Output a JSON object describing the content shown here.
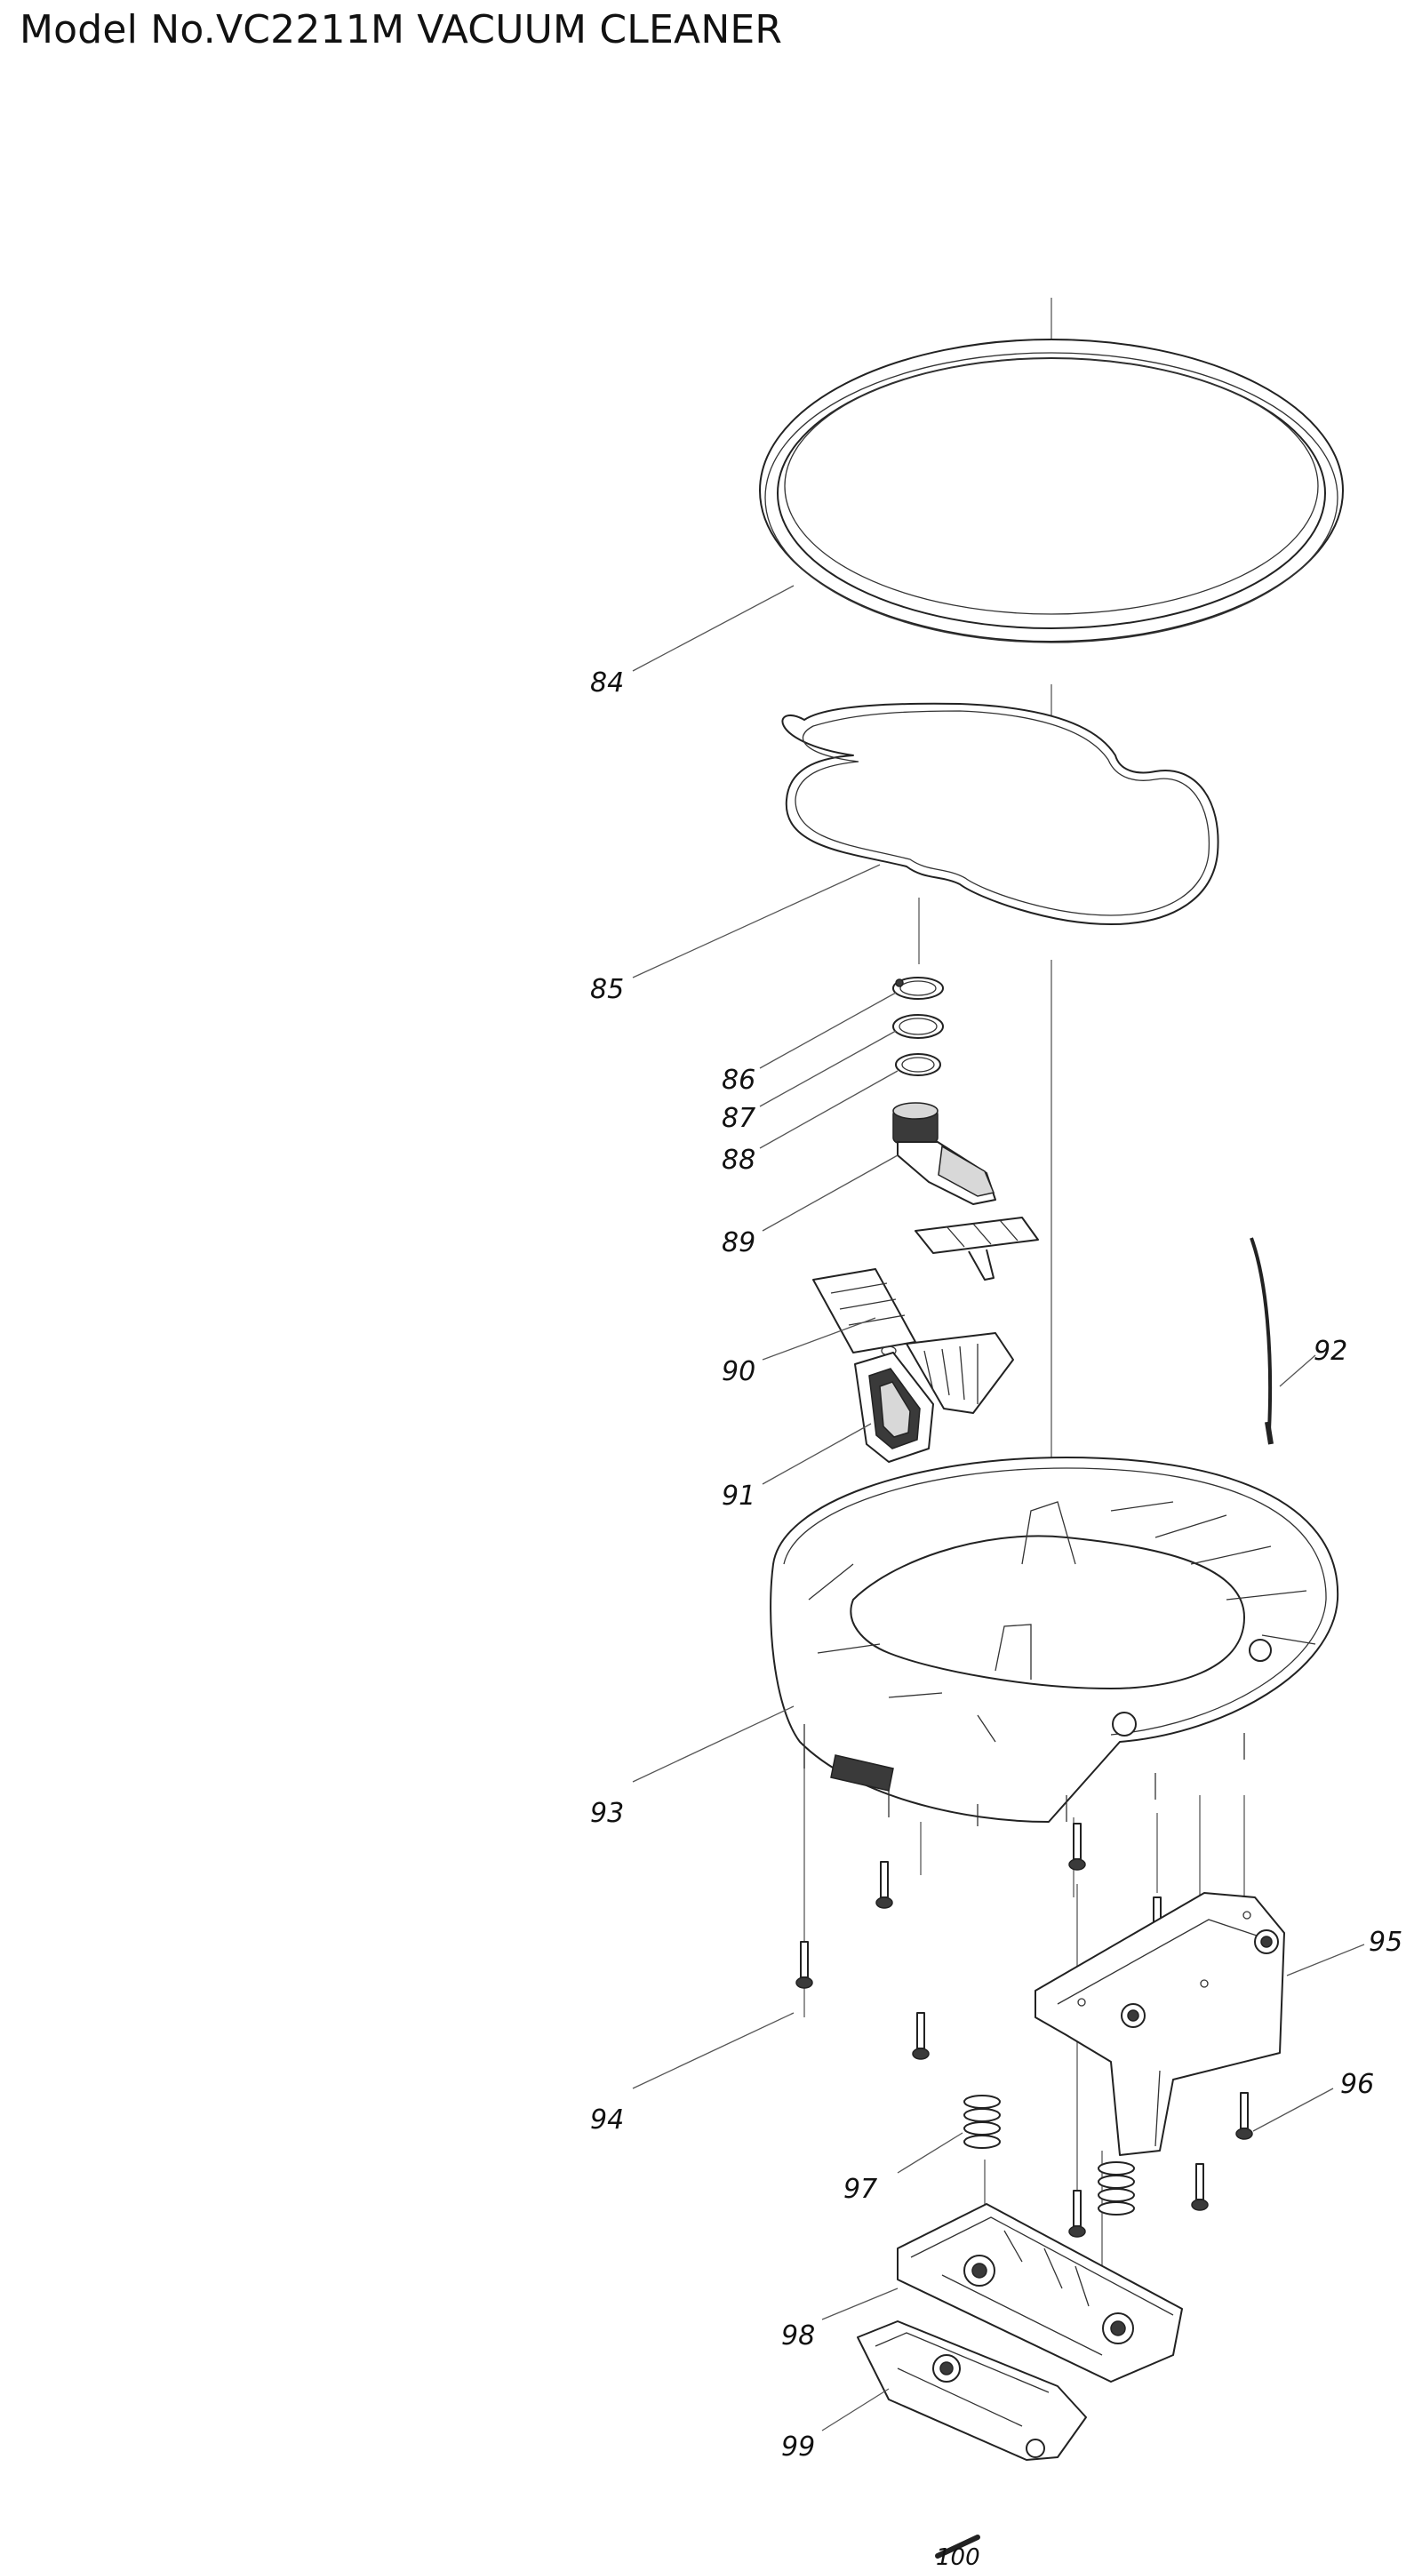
{
  "header": {
    "title": "Model No.VC2211M VACUUM CLEANER"
  },
  "parts": [
    {
      "id": "84",
      "label": "84"
    },
    {
      "id": "85",
      "label": "85"
    },
    {
      "id": "86",
      "label": "86"
    },
    {
      "id": "87",
      "label": "87"
    },
    {
      "id": "88",
      "label": "88"
    },
    {
      "id": "89",
      "label": "89"
    },
    {
      "id": "90",
      "label": "90"
    },
    {
      "id": "91",
      "label": "91"
    },
    {
      "id": "92",
      "label": "92"
    },
    {
      "id": "93",
      "label": "93"
    },
    {
      "id": "94",
      "label": "94"
    },
    {
      "id": "95",
      "label": "95"
    },
    {
      "id": "96",
      "label": "96"
    },
    {
      "id": "97",
      "label": "97"
    },
    {
      "id": "98",
      "label": "98"
    },
    {
      "id": "99",
      "label": "99"
    },
    {
      "id": "100",
      "label": "100"
    }
  ]
}
